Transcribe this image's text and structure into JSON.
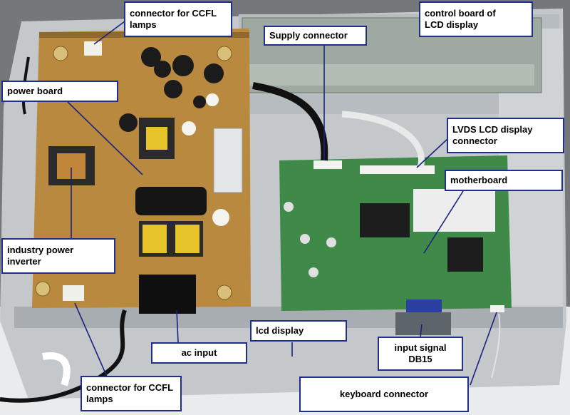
{
  "labels": {
    "ccfl_top": "connector for CCFL\nlamps",
    "control_board": "control board  of\nLCD display",
    "supply_connector": "Supply connector",
    "power_board": "power board",
    "lvds": "LVDS LCD display\nconnector",
    "motherboard": "motherboard",
    "inverter": "industry power inverter",
    "lcd_display": "lcd display",
    "ac_input": "ac input",
    "input_signal": "input signal\nDB15",
    "ccfl_bottom": "connector for CCFL\nlamps",
    "keyboard": "keyboard connector"
  },
  "colors": {
    "label_border": "#1f2f8a",
    "leader_line": "#1a237e",
    "pcb_power": "#b8893f",
    "pcb_mother": "#3f8a48",
    "chassis": "#bfc3c6"
  }
}
